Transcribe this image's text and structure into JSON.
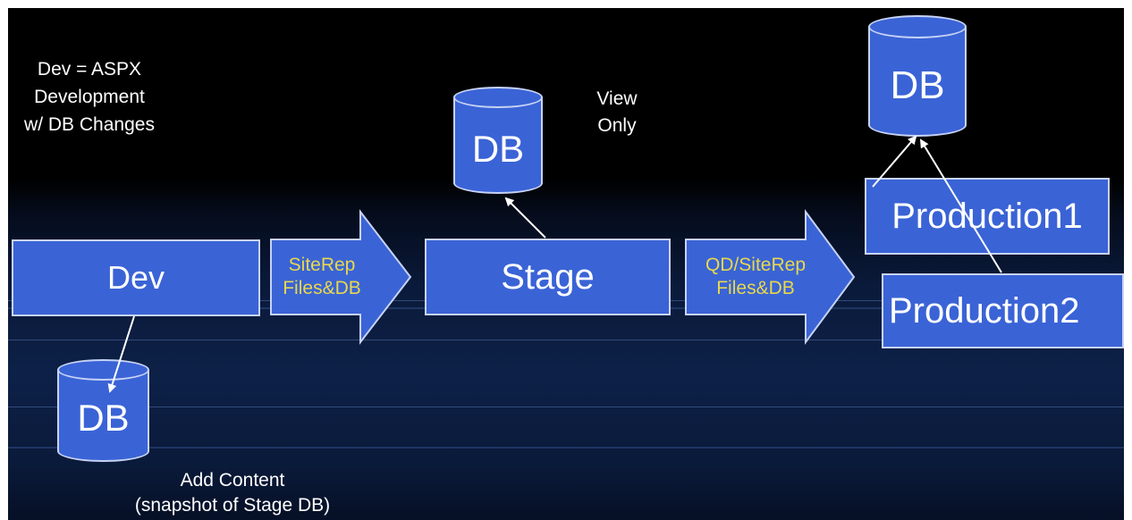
{
  "note_dev": [
    "Dev = ASPX",
    "Development",
    "w/ DB Changes"
  ],
  "note_view": [
    "View",
    "Only"
  ],
  "note_add": [
    "Add Content",
    "(snapshot of Stage DB)"
  ],
  "nodes": {
    "dev": "Dev",
    "stage": "Stage",
    "production1": "Production1",
    "production2": "Production2"
  },
  "arrows": {
    "dev_to_stage": [
      "SiteRep",
      "Files&DB"
    ],
    "stage_to_prod": [
      "QD/SiteRep",
      "Files&DB"
    ]
  },
  "databases": {
    "dev_db": "DB",
    "stage_db": "DB",
    "prod_db": "DB"
  },
  "colors": {
    "node_fill": "#3a63d6",
    "node_border": "#c7d3f5",
    "arrow_label": "#e8d84a",
    "background_top": "#000000",
    "background_bottom": "#0d2047"
  }
}
